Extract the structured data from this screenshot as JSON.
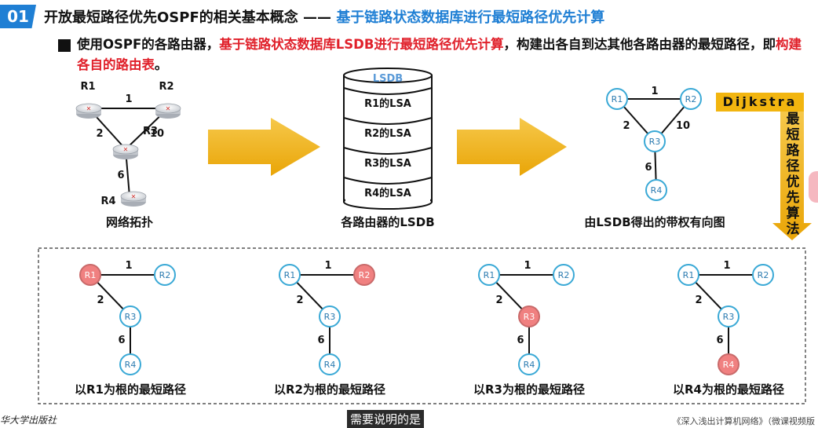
{
  "header": {
    "badge": "01",
    "title": "开放最短路径优先OSPF的相关基本概念",
    "dash": " —— ",
    "subtitle": "基于链路状态数据库进行最短路径优先计算"
  },
  "body_text": {
    "part1": "使用OSPF的各路由器，",
    "part2": "基于链路状态数据库LSDB进行最短路径优先计算",
    "part3": "，构建出各自到达其他各路由器的最短路径，即",
    "part4": "构建各自的路由表",
    "part5": "。"
  },
  "topology": {
    "caption": "网络拓扑",
    "labels": {
      "r1": "R1",
      "r2": "R2",
      "r3": "R3",
      "r4": "R4"
    },
    "costs": {
      "r1r2": "1",
      "r1r3": "2",
      "r2r3": "10",
      "r3r4": "6"
    }
  },
  "lsdb": {
    "label": "LSDB",
    "rows": [
      "R1的LSA",
      "R2的LSA",
      "R3的LSA",
      "R4的LSA"
    ],
    "caption": "各路由器的LSDB"
  },
  "graph": {
    "caption": "由LSDB得出的带权有向图",
    "nodes": {
      "r1": "R1",
      "r2": "R2",
      "r3": "R3",
      "r4": "R4"
    },
    "costs": {
      "r1r2": "1",
      "r1r3": "2",
      "r2r3": "10",
      "r3r4": "6"
    }
  },
  "dijkstra": {
    "name": "Dijkstra",
    "chars": [
      "最",
      "短",
      "路",
      "径",
      "优",
      "先",
      "算",
      "法"
    ]
  },
  "trees": [
    {
      "root": "R1",
      "caption": "以R1为根的最短路径"
    },
    {
      "root": "R2",
      "caption": "以R2为根的最短路径"
    },
    {
      "root": "R3",
      "caption": "以R3为根的最短路径"
    },
    {
      "root": "R4",
      "caption": "以R4为根的最短路径"
    }
  ],
  "tree_nodes": {
    "r1": "R1",
    "r2": "R2",
    "r3": "R3",
    "r4": "R4"
  },
  "tree_costs": {
    "r1r2": "1",
    "r1r3": "2",
    "r3r4": "6"
  },
  "footer": {
    "left": "华大学出版社",
    "right": "《深入浅出计算机网络》（微课视频版",
    "caption": "需要说明的是"
  },
  "colors": {
    "accent": "#1f7fd4",
    "highlight": "#e0202a",
    "node_stroke": "#3aa9d6",
    "root_fill": "#f08080",
    "dijkstra": "#f2b50f",
    "arrow": "#f2b50f"
  }
}
